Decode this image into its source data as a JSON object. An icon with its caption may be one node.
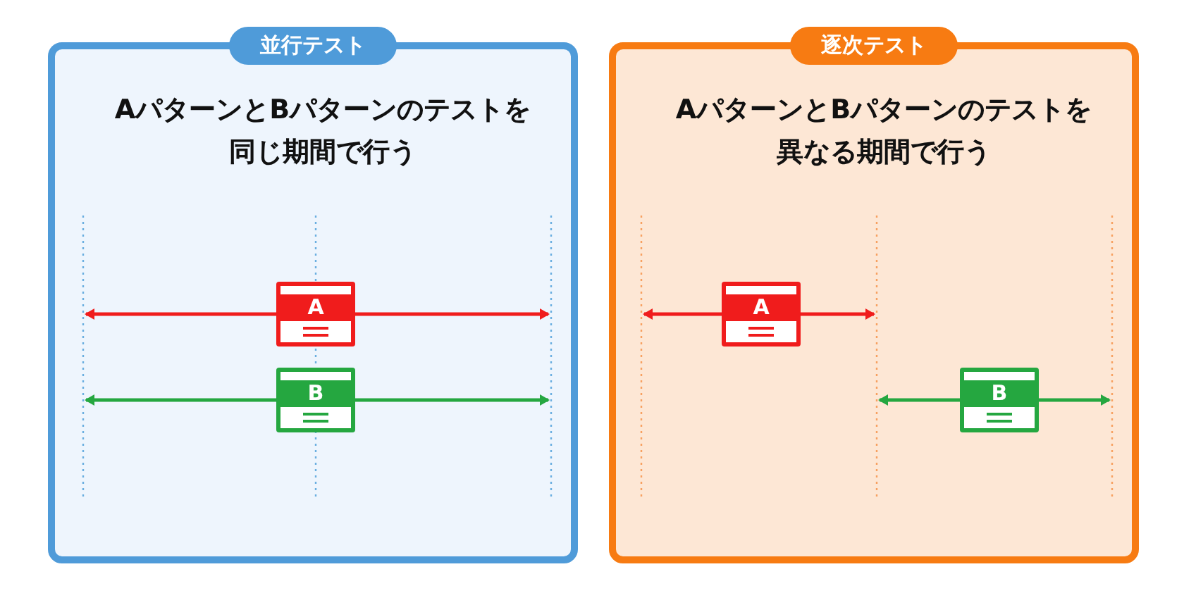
{
  "diagram": {
    "nodes": [
      {
        "text": [
          "並行テスト",
          "AパターンとBパターンのテストを同じ期間で行う"
        ]
      },
      {
        "text": [
          "A"
        ],
        "in": 0
      },
      {
        "text": [
          "B"
        ],
        "in": 0
      },
      {
        "text": [
          "逐次テスト",
          "AパターンとBパターンのテストを異なる期間で行う"
        ]
      },
      {
        "text": [
          "A"
        ],
        "in": 3
      },
      {
        "text": [
          "B"
        ],
        "in": 3
      }
    ]
  }
}
